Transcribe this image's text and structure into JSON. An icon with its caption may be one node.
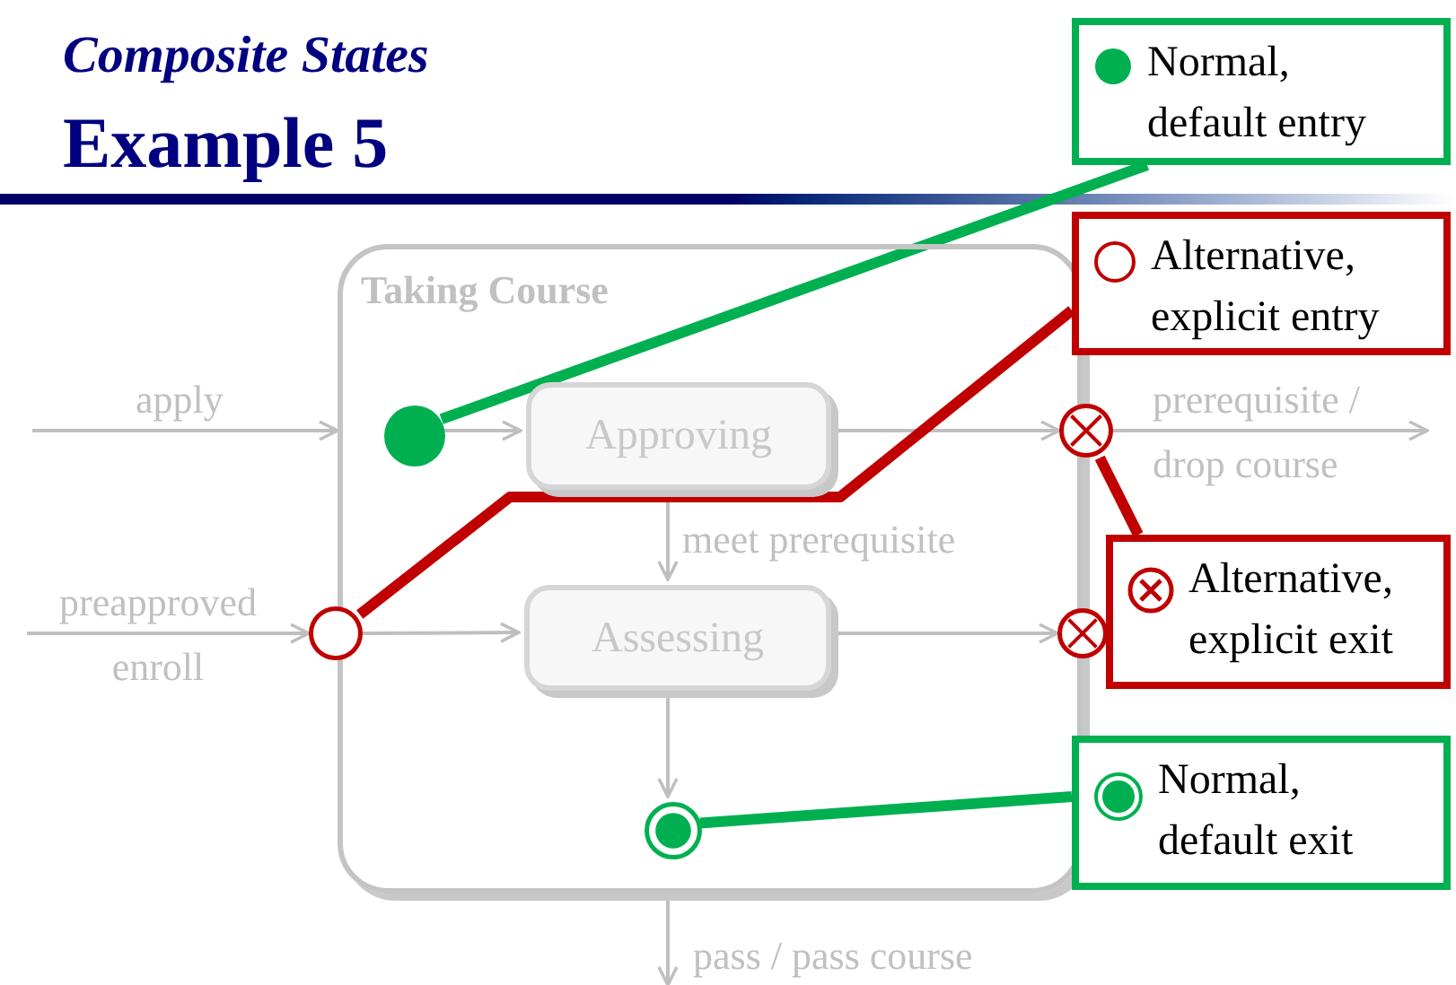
{
  "diagram": {
    "title": "Composite States",
    "nodes": [
      {
        "text": [
          "Taking Course"
        ]
      },
      {
        "text": [],
        "shape": "circle",
        "in": 0
      },
      {
        "text": [
          "Approving"
        ],
        "in": 0
      },
      {
        "text": [
          "Assessing"
        ],
        "in": 0
      },
      {
        "text": [],
        "shape": "circle"
      },
      {
        "text": [],
        "shape": "circle"
      },
      {
        "text": [],
        "shape": "circle"
      },
      {
        "text": [],
        "shape": "circle",
        "in": 0
      },
      {
        "text": [
          "Normal, default entry"
        ]
      },
      {
        "text": [
          "Alternative, explicit entry"
        ]
      },
      {
        "text": [
          "Alternative, explicit exit"
        ]
      },
      {
        "text": [
          "Normal, default exit"
        ]
      }
    ],
    "edges": [
      {
        "from": null,
        "to": 0,
        "arrow": "to",
        "label": "apply"
      },
      {
        "from": 1,
        "to": 2,
        "arrow": "to"
      },
      {
        "from": 2,
        "to": 5,
        "arrow": "to"
      },
      {
        "from": 5,
        "to": null,
        "arrow": "to",
        "label": "prerequisite / drop course"
      },
      {
        "from": 2,
        "to": 3,
        "arrow": "to",
        "label": "meet prerequisite"
      },
      {
        "from": null,
        "to": 4,
        "arrow": "to",
        "label": "preapproved enroll"
      },
      {
        "from": 4,
        "to": 3,
        "arrow": "to"
      },
      {
        "from": 3,
        "to": 6,
        "arrow": "to"
      },
      {
        "from": 3,
        "to": 7,
        "arrow": "to"
      },
      {
        "from": 0,
        "to": null,
        "arrow": "to",
        "label": "pass / pass course"
      },
      {
        "from": 8,
        "to": 1,
        "arrow": "none",
        "style": "thick",
        "color": "#00b050"
      },
      {
        "from": 9,
        "to": 4,
        "arrow": "none",
        "style": "thick",
        "color": "#c00000"
      },
      {
        "from": 10,
        "to": 5,
        "arrow": "none",
        "style": "thick",
        "color": "#c00000"
      },
      {
        "from": 11,
        "to": 7,
        "arrow": "none",
        "style": "thick",
        "color": "#00b050"
      }
    ],
    "labels": [
      "Example 5"
    ]
  }
}
